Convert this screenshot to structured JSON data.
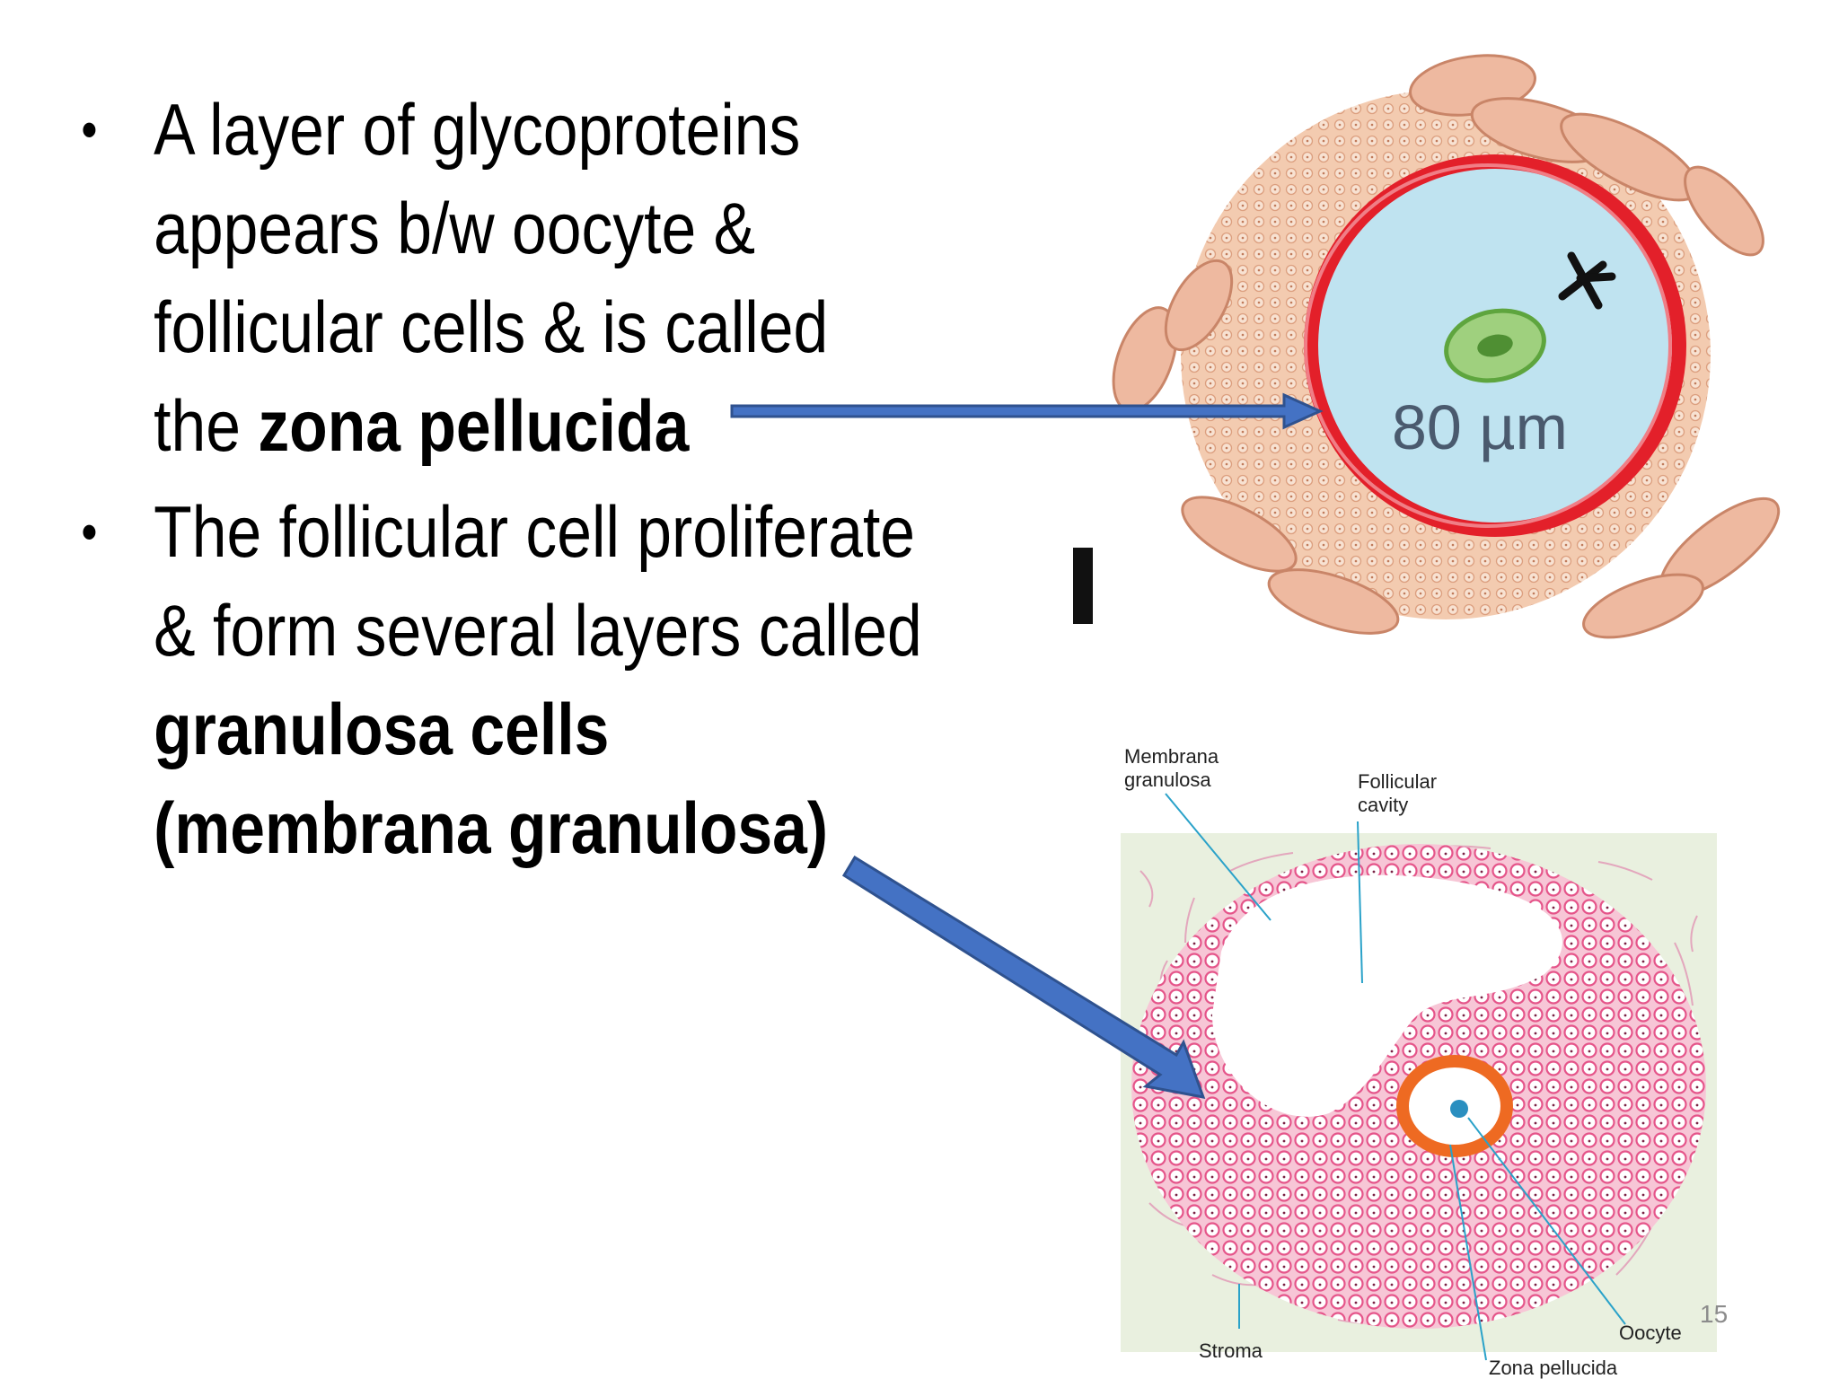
{
  "slide": {
    "bullets": [
      {
        "lines": [
          {
            "text": "A layer of glycoproteins"
          },
          {
            "text": "appears b/w oocyte &"
          },
          {
            "text": "follicular cells & is called"
          },
          {
            "prefix": "the ",
            "bold": "zona pellucida"
          }
        ]
      },
      {
        "lines": [
          {
            "text": "The follicular cell proliferate"
          },
          {
            "text": "& form several layers called"
          },
          {
            "bold": "granulosa cells"
          },
          {
            "bold": "(membrana granulosa)"
          }
        ]
      }
    ],
    "bullet_symbol": "•",
    "page_number": "15"
  },
  "figure_top": {
    "scale_label": "80 µm",
    "colors": {
      "zona_ring": "#e3202a",
      "oocyte": "#bfe3f0",
      "granulosa": "#f2c6a8",
      "nucleus": "#7ac35a"
    }
  },
  "figure_bottom": {
    "labels": {
      "membrana_granulosa_1": "Membrana",
      "membrana_granulosa_2": "granulosa",
      "follicular_cavity_1": "Follicular",
      "follicular_cavity_2": "cavity",
      "stroma": "Stroma",
      "oocyte": "Oocyte",
      "zona_pellucida": "Zona pellucida"
    },
    "colors": {
      "stroma": "#e9f0df",
      "granulosa": "#e5558a",
      "zona": "#ee6a22",
      "leader_lines": "#2aa2c9"
    }
  },
  "arrows": {
    "color": "#4472c4"
  }
}
